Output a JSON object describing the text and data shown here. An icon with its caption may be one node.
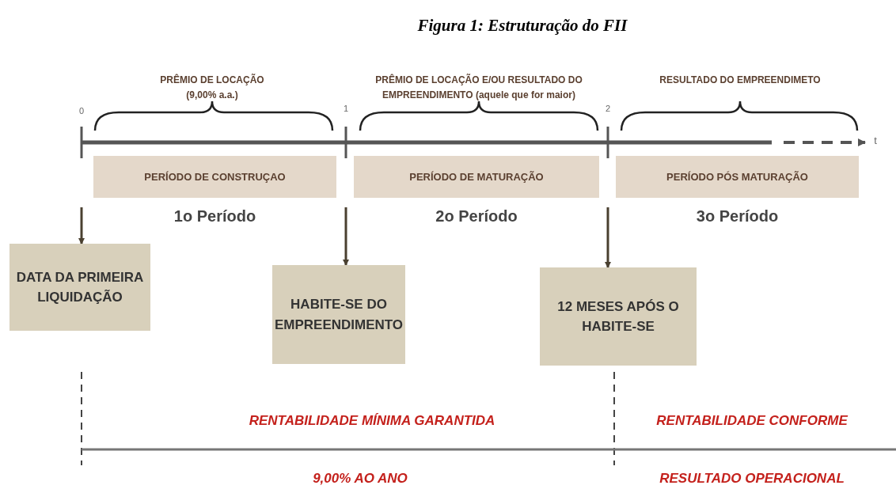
{
  "diagram": {
    "title": "Figura 1: Estruturação do FII",
    "nodes": [
      {
        "text": [
          "PERÍODO DE CONSTRUÇAO"
        ],
        "beside": [
          "1o Período"
        ]
      },
      {
        "text": [
          "PERÍODO DE MATURAÇÃO"
        ],
        "beside": [
          "2o Período"
        ]
      },
      {
        "text": [
          "PERÍODO PÓS MATURAÇÃO"
        ],
        "beside": [
          "3o Período"
        ]
      },
      {
        "text": [
          "DATA DA PRIMEIRA LIQUIDAÇÃO"
        ]
      },
      {
        "text": [
          "HABITE-SE DO EMPREENDIMENTO"
        ]
      },
      {
        "text": [
          "12 MESES APÓS O HABITE-SE"
        ]
      }
    ],
    "edges": [
      {
        "from": null,
        "to": 3,
        "arrow": "to"
      },
      {
        "from": null,
        "to": 4,
        "arrow": "to"
      },
      {
        "from": null,
        "to": 5,
        "arrow": "to"
      }
    ],
    "labels": [
      "PRÊMIO DE LOCAÇÃO (9,00% a.a.)",
      "PRÊMIO DE LOCAÇÃO E/OU RESULTADO DO EMPREENDIMENTO (aquele que for maior)",
      "RESULTADO DO EMPREENDIMETO",
      "0",
      "1",
      "2",
      "t",
      "RENTABILIDADE MÍNIMA GARANTIDA",
      "RENTABILIDADE CONFORME",
      "9,00% AO ANO",
      "RESULTADO OPERACIONAL"
    ]
  }
}
